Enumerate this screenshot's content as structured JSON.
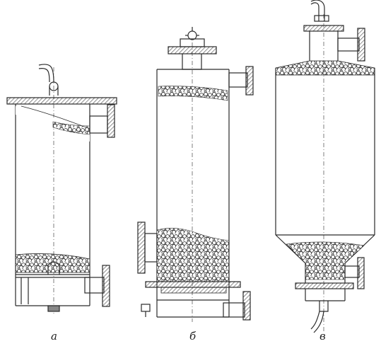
{
  "labels": {
    "a": "а",
    "b": "б",
    "c": "в"
  },
  "colors": {
    "ink": "#2a2a2a",
    "fill": "#ffffff",
    "hatch": "#555555"
  }
}
